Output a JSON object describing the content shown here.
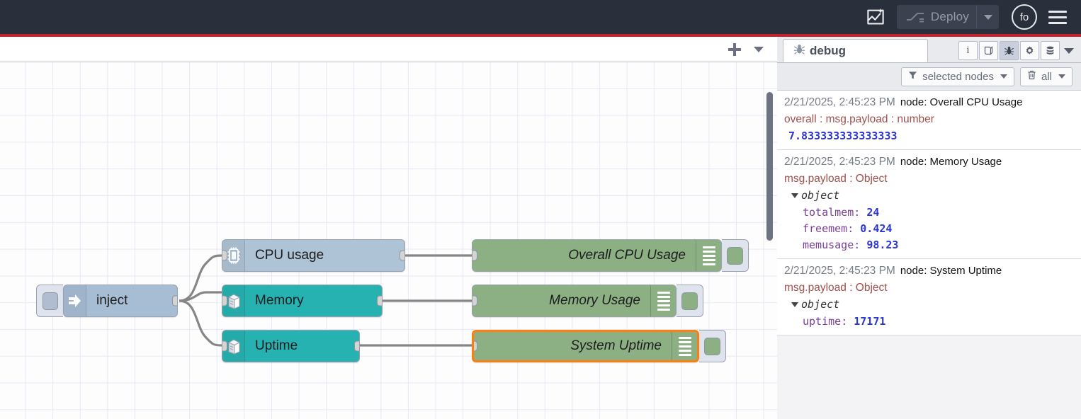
{
  "header": {
    "ai_icon": "flow-sparkle-icon",
    "deploy_label": "Deploy",
    "deploy_icon": "deploy-wire-icon",
    "caret_icon": "chevron-down-icon",
    "avatar_initials": "fo",
    "menu_icon": "hamburger-menu-icon",
    "bg_color": "#2a2f3c",
    "accent_bar_color": "#c0232b"
  },
  "workspace": {
    "add_tab_icon": "plus-icon",
    "tab_menu_icon": "chevron-down-icon",
    "nodes": [
      {
        "id": "inject",
        "label": "inject",
        "type": "inject",
        "icon": "arrow-right-icon",
        "color": "#a7bdd4"
      },
      {
        "id": "cpu",
        "label": "CPU usage",
        "type": "status",
        "icon": "cpu-chip-icon",
        "color": "#aec3d6"
      },
      {
        "id": "memory",
        "label": "Memory",
        "type": "status",
        "icon": "server-tower-icon",
        "color": "#27b2b2"
      },
      {
        "id": "uptime",
        "label": "Uptime",
        "type": "status",
        "icon": "server-tower-icon",
        "color": "#27b2b2"
      },
      {
        "id": "dbg1",
        "label": "Overall CPU Usage",
        "type": "debug",
        "icon": "debug-lines-icon",
        "color": "#8cb084",
        "selected": false
      },
      {
        "id": "dbg2",
        "label": "Memory Usage",
        "type": "debug",
        "icon": "debug-lines-icon",
        "color": "#8cb084",
        "selected": false
      },
      {
        "id": "dbg3",
        "label": "System Uptime",
        "type": "debug",
        "icon": "debug-lines-icon",
        "color": "#8cb084",
        "selected": true
      }
    ],
    "selection_color": "#ff7f0e"
  },
  "sidebar": {
    "tab_label": "debug",
    "tab_icon": "bug-icon",
    "tools": [
      {
        "name": "info-icon",
        "glyph": "i",
        "active": false
      },
      {
        "name": "help-book-icon",
        "glyph": "",
        "active": false
      },
      {
        "name": "debug-bug-icon",
        "glyph": "",
        "active": true
      },
      {
        "name": "config-gear-icon",
        "glyph": "",
        "active": false
      },
      {
        "name": "context-data-icon",
        "glyph": "",
        "active": false
      }
    ],
    "tools_caret_icon": "chevron-down-icon",
    "filter": {
      "filter_icon": "funnel-icon",
      "filter_label": "selected nodes",
      "clear_icon": "trash-icon",
      "clear_label": "all",
      "caret_icon": "chevron-down-icon"
    },
    "messages": [
      {
        "timestamp": "2/21/2025, 2:45:23 PM",
        "node": "node: Overall CPU Usage",
        "property": "overall : msg.payload : number",
        "kind": "value",
        "value": "7.833333333333333"
      },
      {
        "timestamp": "2/21/2025, 2:45:23 PM",
        "node": "node: Memory Usage",
        "property": "msg.payload : Object",
        "kind": "object",
        "object_label": "object",
        "entries": [
          {
            "key": "totalmem",
            "value": "24"
          },
          {
            "key": "freemem",
            "value": "0.424"
          },
          {
            "key": "memusage",
            "value": "98.23"
          }
        ]
      },
      {
        "timestamp": "2/21/2025, 2:45:23 PM",
        "node": "node: System Uptime",
        "property": "msg.payload : Object",
        "kind": "object",
        "object_label": "object",
        "entries": [
          {
            "key": "uptime",
            "value": "17171"
          }
        ]
      }
    ]
  }
}
